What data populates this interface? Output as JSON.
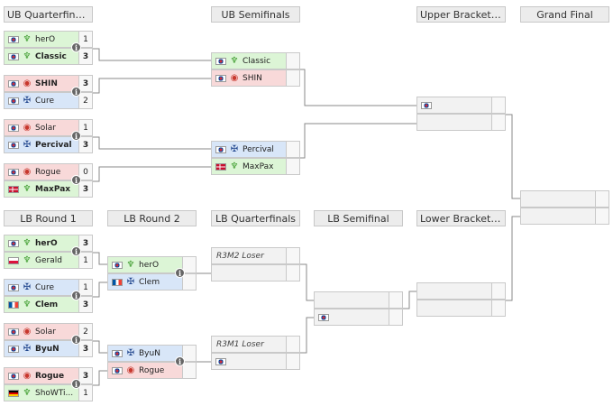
{
  "headers": {
    "ub_qf": "UB Quarterfinals",
    "ub_sf": "UB Semifinals",
    "ub_final": "Upper Bracket F...",
    "grand_final": "Grand Final",
    "lb_r1": "LB Round 1",
    "lb_r2": "LB Round 2",
    "lb_qf": "LB Quarterfinals",
    "lb_sf": "LB Semifinal",
    "lb_final": "Lower Bracket F..."
  },
  "ub_qf": {
    "m1": {
      "p1": {
        "name": "herO",
        "score": "1"
      },
      "p2": {
        "name": "Classic",
        "score": "3"
      }
    },
    "m2": {
      "p1": {
        "name": "SHIN",
        "score": "3"
      },
      "p2": {
        "name": "Cure",
        "score": "2"
      }
    },
    "m3": {
      "p1": {
        "name": "Solar",
        "score": "1"
      },
      "p2": {
        "name": "Percival",
        "score": "3"
      }
    },
    "m4": {
      "p1": {
        "name": "Rogue",
        "score": "0"
      },
      "p2": {
        "name": "MaxPax",
        "score": "3"
      }
    }
  },
  "ub_sf": {
    "m1": {
      "p1": {
        "name": "Classic"
      },
      "p2": {
        "name": "SHIN"
      }
    },
    "m2": {
      "p1": {
        "name": "Percival"
      },
      "p2": {
        "name": "MaxPax"
      }
    }
  },
  "lb_r1": {
    "m1": {
      "p1": {
        "name": "herO",
        "score": "3"
      },
      "p2": {
        "name": "Gerald",
        "score": "1"
      }
    },
    "m2": {
      "p1": {
        "name": "Cure",
        "score": "1"
      },
      "p2": {
        "name": "Clem",
        "score": "3"
      }
    },
    "m3": {
      "p1": {
        "name": "Solar",
        "score": "2"
      },
      "p2": {
        "name": "ByuN",
        "score": "3"
      }
    },
    "m4": {
      "p1": {
        "name": "Rogue",
        "score": "3"
      },
      "p2": {
        "name": "ShoWTi...",
        "score": "1"
      }
    }
  },
  "lb_r2": {
    "m1": {
      "p1": {
        "name": "herO"
      },
      "p2": {
        "name": "Clem"
      }
    },
    "m2": {
      "p1": {
        "name": "ByuN"
      },
      "p2": {
        "name": "Rogue"
      }
    }
  },
  "lb_qf": {
    "m1": {
      "p1": {
        "label": "R3M2 Loser"
      }
    },
    "m2": {
      "p1": {
        "label": "R3M1 Loser"
      }
    }
  },
  "icons": {
    "info": "i",
    "zerg": "zerg-race-icon",
    "terran": "terran-race-icon",
    "protoss": "protoss-race-icon"
  },
  "colors": {
    "zerg_bg": "#dcf5d6",
    "terran_bg": "#d8e6f8",
    "protoss_bg": "#f8d9d9",
    "connector": "#888888"
  }
}
